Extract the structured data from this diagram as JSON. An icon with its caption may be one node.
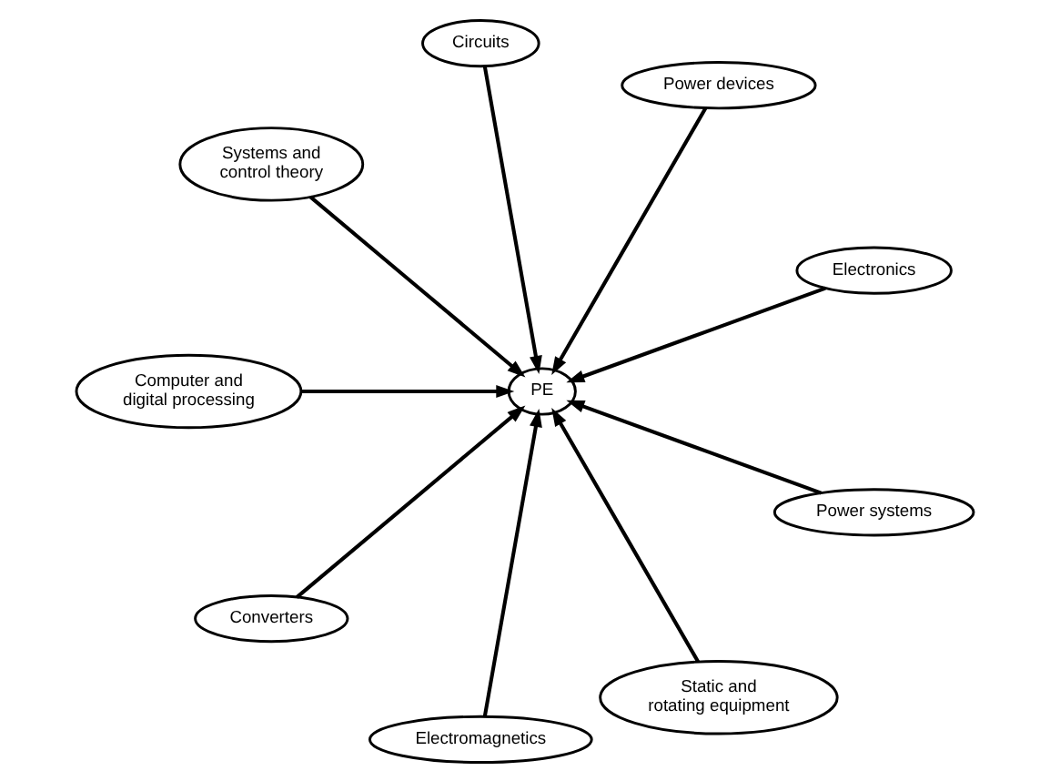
{
  "diagram": {
    "nodes": [
      {
        "text": [
          "Electronics"
        ]
      },
      {
        "text": [
          "Power devices"
        ]
      },
      {
        "text": [
          "Circuits"
        ]
      },
      {
        "text": [
          "Systems and control theory"
        ]
      },
      {
        "text": [
          "PE"
        ]
      },
      {
        "text": [
          "Computer and digital processing"
        ]
      },
      {
        "text": [
          "Converters"
        ]
      },
      {
        "text": [
          "Electromagnetics"
        ]
      },
      {
        "text": [
          "Static and rotating equipment"
        ]
      },
      {
        "text": [
          "Power systems"
        ]
      }
    ],
    "edges": [
      {
        "from": 0,
        "to": 4,
        "arrow": "to"
      },
      {
        "from": 1,
        "to": 4,
        "arrow": "to"
      },
      {
        "from": 2,
        "to": 4,
        "arrow": "to"
      },
      {
        "from": 3,
        "to": 4,
        "arrow": "to"
      },
      {
        "from": 5,
        "to": 4,
        "arrow": "to"
      },
      {
        "from": 6,
        "to": 4,
        "arrow": "to"
      },
      {
        "from": 7,
        "to": 4,
        "arrow": "to"
      },
      {
        "from": 8,
        "to": 4,
        "arrow": "to"
      },
      {
        "from": 9,
        "to": 4,
        "arrow": "to"
      }
    ]
  }
}
